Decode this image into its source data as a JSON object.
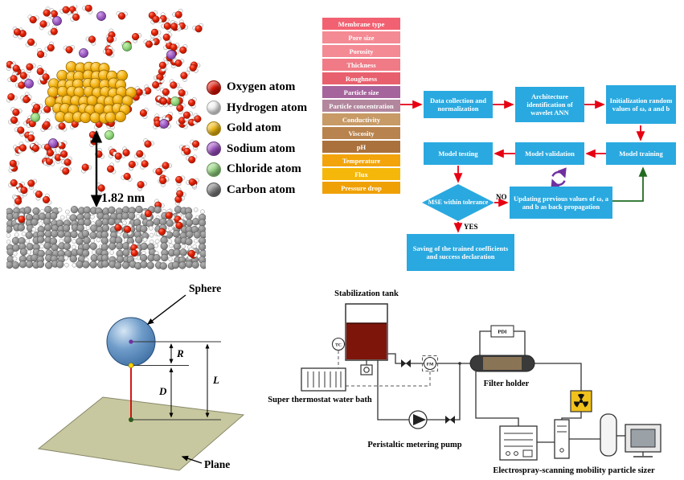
{
  "molecular": {
    "distance_label": "1.82 nm",
    "legend": [
      {
        "label": "Oxygen atom",
        "color": "#dd1405"
      },
      {
        "label": "Hydrogen atom",
        "color": "#f2f2f2"
      },
      {
        "label": "Gold atom",
        "color": "#f0b810"
      },
      {
        "label": "Sodium atom",
        "color": "#9a4fc0"
      },
      {
        "label": "Chloride atom",
        "color": "#93d47f"
      },
      {
        "label": "Carbon atom",
        "color": "#7d7d7d"
      }
    ]
  },
  "flowchart": {
    "parameters": [
      {
        "label": "Membrane type",
        "color": "#f26171"
      },
      {
        "label": "Pore size",
        "color": "#f48a94"
      },
      {
        "label": "Porosity",
        "color": "#f48a94"
      },
      {
        "label": "Thickness",
        "color": "#f07a86"
      },
      {
        "label": "Roughness",
        "color": "#e8606e"
      },
      {
        "label": "Particle size",
        "color": "#a5649c"
      },
      {
        "label": "Particle concentration",
        "color": "#b2879e"
      },
      {
        "label": "Conductivity",
        "color": "#c79a66"
      },
      {
        "label": "Viscosity",
        "color": "#b8834e"
      },
      {
        "label": "pH",
        "color": "#aa713d"
      },
      {
        "label": "Temperature",
        "color": "#f2a40a"
      },
      {
        "label": "Flux",
        "color": "#f5b70a"
      },
      {
        "label": "Pressure drop",
        "color": "#efa004"
      }
    ],
    "boxes": {
      "data_collection": "Data collection and normalization",
      "architecture": "Architecture identification of wavelet ANN",
      "initialization": "Initialization random values of ω, a and b",
      "model_training": "Model training",
      "model_validation": "Model validation",
      "model_testing": "Model testing",
      "mse": "MSE within tolerance",
      "updating": "Updating previous values of ω, a and b as back propagation",
      "saving": "Saving of the trained coefficients and success declaration"
    },
    "branch_labels": {
      "no": "NO",
      "yes": "YES"
    },
    "colors": {
      "box": "#2aa9e0",
      "arrow": "#e60012",
      "back_arrow": "#226b22",
      "loop_icon": "#7030a0"
    }
  },
  "sphere_diagram": {
    "sphere_label": "Sphere",
    "plane_label": "Plane",
    "radius_label": "R",
    "distance_label": "D",
    "length_label": "L"
  },
  "apparatus": {
    "tank_label": "Stabilization tank",
    "bath_label": "Super thermostat water bath",
    "pump_label": "Peristaltic metering pump",
    "filter_label": "Filter holder",
    "sizer_label": "Electrospray-scanning mobility particle sizer",
    "tc_tag": "TC",
    "fm_tag": "FM",
    "pdi_tag": "PDI"
  }
}
